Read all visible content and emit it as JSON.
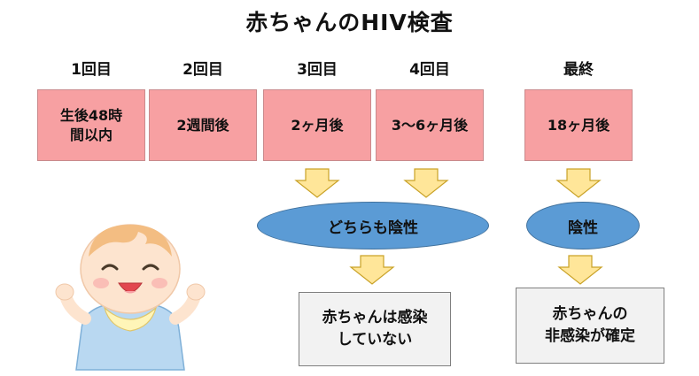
{
  "title": "赤ちゃんのHIV検査",
  "steps": [
    {
      "label": "1回目",
      "box": "生後48時\n間以内"
    },
    {
      "label": "2回目",
      "box": "2週間後"
    },
    {
      "label": "3回目",
      "box": "2ヶ月後"
    },
    {
      "label": "4回目",
      "box": "3〜6ヶ月後"
    },
    {
      "label": "最終",
      "box": "18ヶ月後"
    }
  ],
  "results": {
    "both_negative": "どちらも陰性",
    "negative": "陰性"
  },
  "outcomes": {
    "not_infected": "赤ちゃんは感染\nしていない",
    "confirmed": "赤ちゃんの\n非感染が確定"
  },
  "colors": {
    "step_box": "#f7a0a2",
    "arrow": "#ffe699",
    "ellipse": "#5b9bd5",
    "outcome_box": "#f2f2f2"
  },
  "icons": [
    "down-arrow-icon",
    "baby-illustration"
  ]
}
